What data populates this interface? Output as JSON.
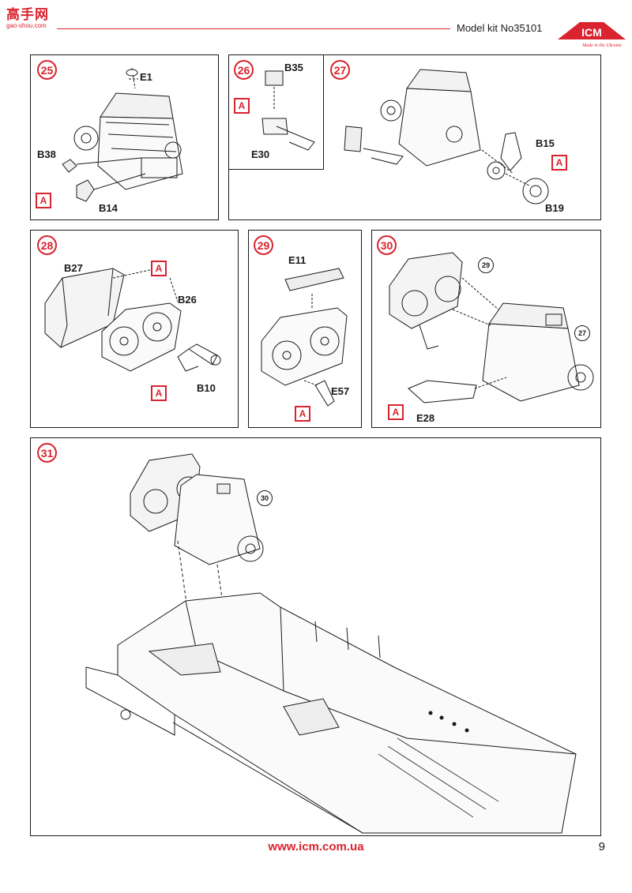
{
  "header": {
    "site_logo_chars": "高手网",
    "site_logo_url": "gao-shou.com",
    "kit_title": "Model kit No35101",
    "brand": "ICM",
    "brand_tagline": "Made in the Ukraine"
  },
  "steps": [
    {
      "number": "25",
      "labels": {
        "e1": "E1",
        "b38": "B38",
        "b14": "B14"
      },
      "alignment_marker": "A"
    },
    {
      "number": "26",
      "labels": {
        "b35": "B35",
        "e30": "E30"
      },
      "alignment_marker": "A"
    },
    {
      "number": "27",
      "labels": {
        "b15": "B15",
        "b19": "B19"
      },
      "alignment_marker": "A"
    },
    {
      "number": "28",
      "labels": {
        "b27": "B27",
        "b26": "B26",
        "b10": "B10"
      },
      "alignment_markers": [
        "A",
        "A"
      ]
    },
    {
      "number": "29",
      "labels": {
        "e11": "E11",
        "e57": "E57"
      },
      "alignment_marker": "A"
    },
    {
      "number": "30",
      "labels": {
        "e28": "E28"
      },
      "alignment_marker": "A",
      "references": [
        "29",
        "27"
      ]
    },
    {
      "number": "31",
      "references": [
        "30"
      ]
    }
  ],
  "footer": {
    "url": "www.icm.com.ua",
    "page_number": "9"
  }
}
